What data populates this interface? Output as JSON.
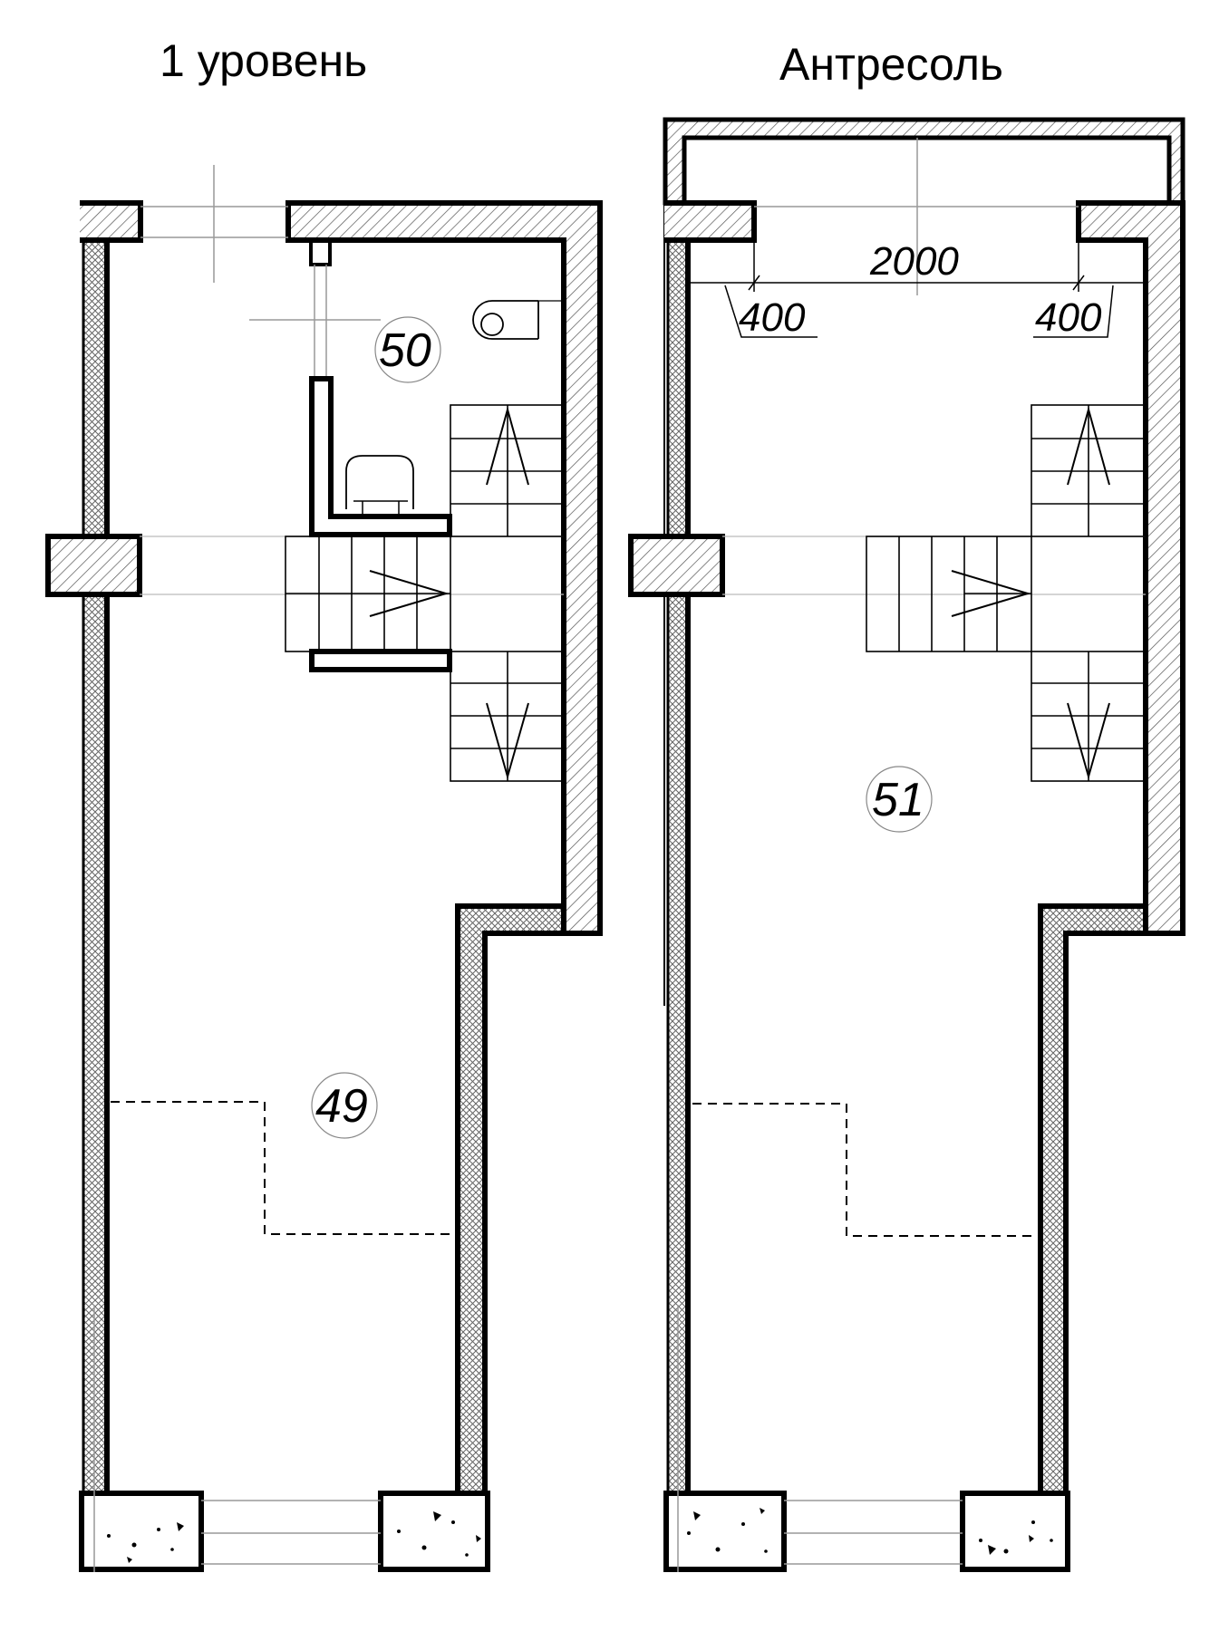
{
  "plans": [
    {
      "title": "1 уровень",
      "rooms": [
        "50",
        "49"
      ]
    },
    {
      "title": "Антресоль",
      "rooms": [
        "51"
      ]
    }
  ],
  "dimensions": {
    "span": "2000",
    "left_offset": "400",
    "right_offset": "400"
  },
  "colors": {
    "line": "#000000",
    "hatch": "#555555",
    "thin": "#999999",
    "background": "#ffffff"
  }
}
